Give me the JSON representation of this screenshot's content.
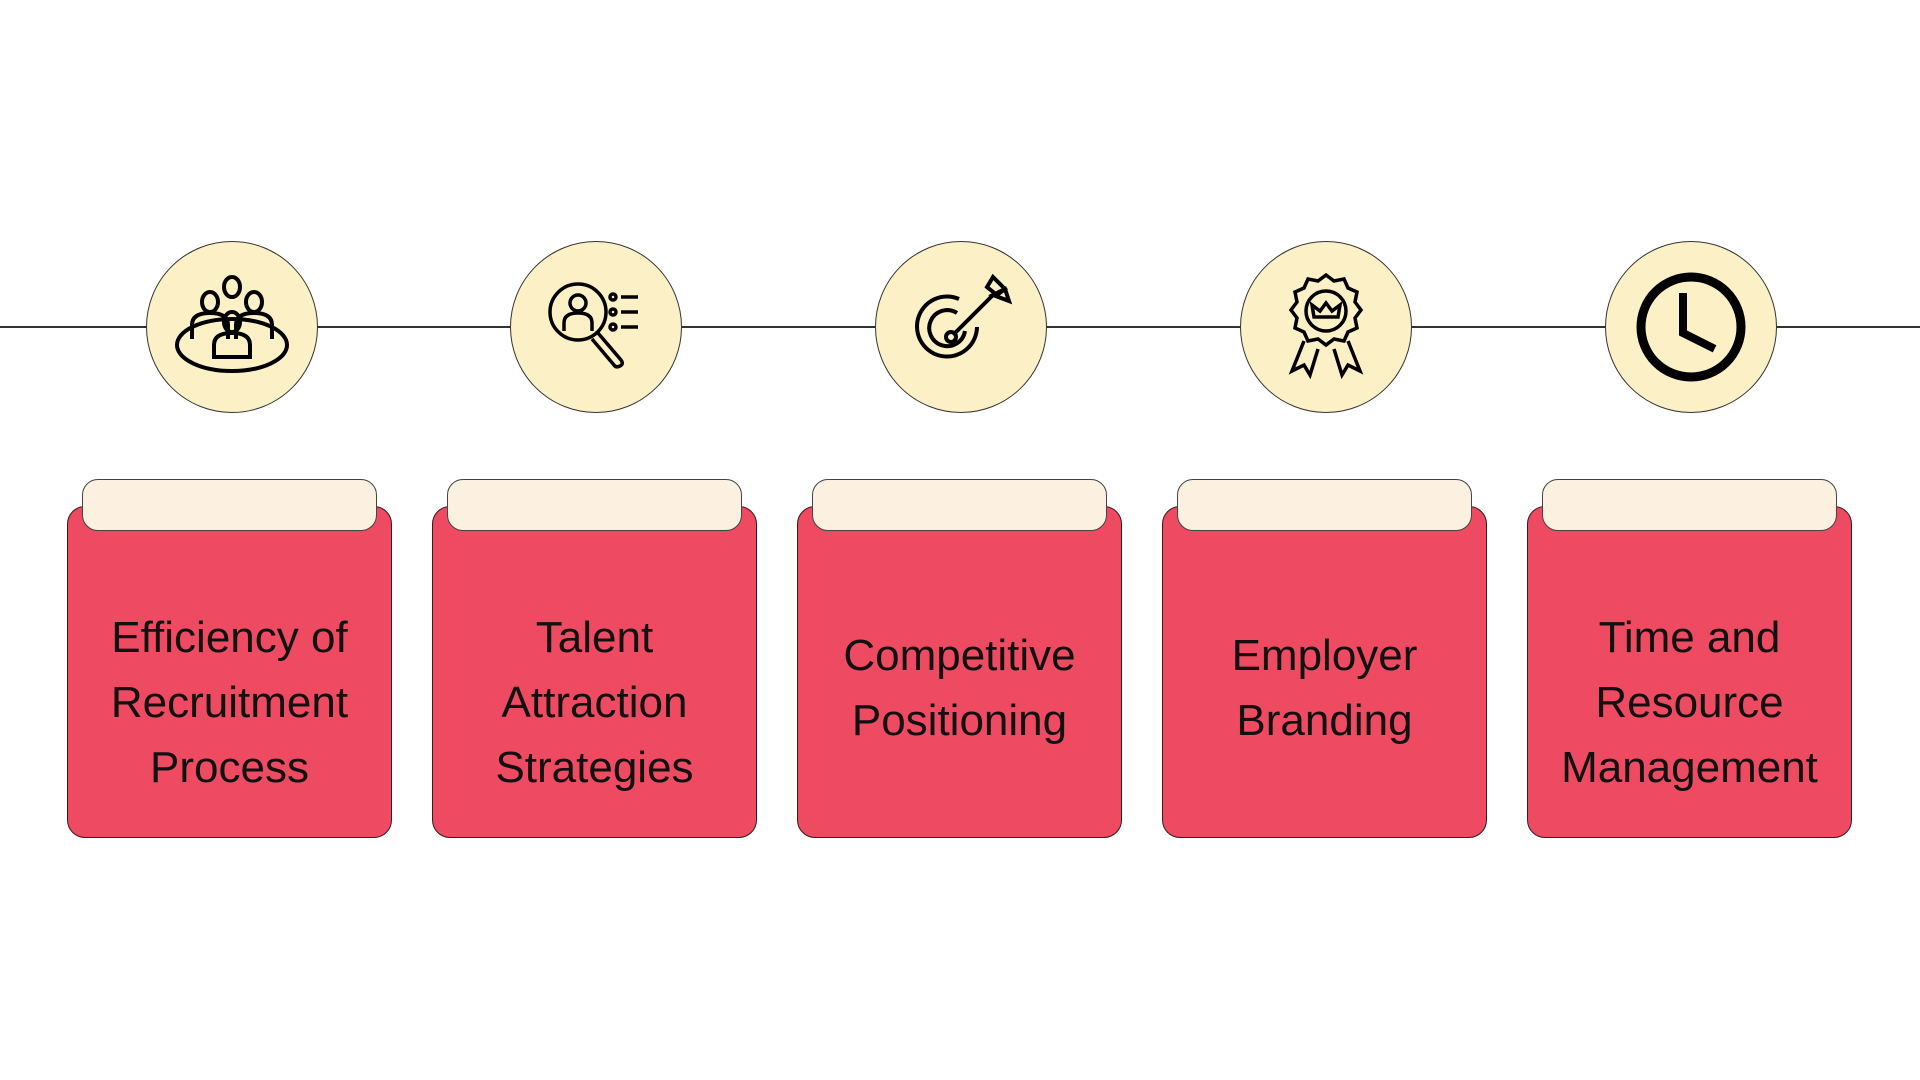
{
  "items": [
    {
      "label": "Efficiency of\nRecruitment\nProcess",
      "icon": "team-icon"
    },
    {
      "label": "Talent\nAttraction\nStrategies",
      "icon": "candidate-search-icon"
    },
    {
      "label": "Competitive\nPositioning",
      "icon": "target-icon"
    },
    {
      "label": "Employer\nBranding",
      "icon": "award-badge-icon"
    },
    {
      "label": "Time and\nResource\nManagement",
      "icon": "clock-icon"
    }
  ],
  "colors": {
    "card": "#ee4a62",
    "circle": "#fcf0c6",
    "tab": "#fcf0e0"
  }
}
